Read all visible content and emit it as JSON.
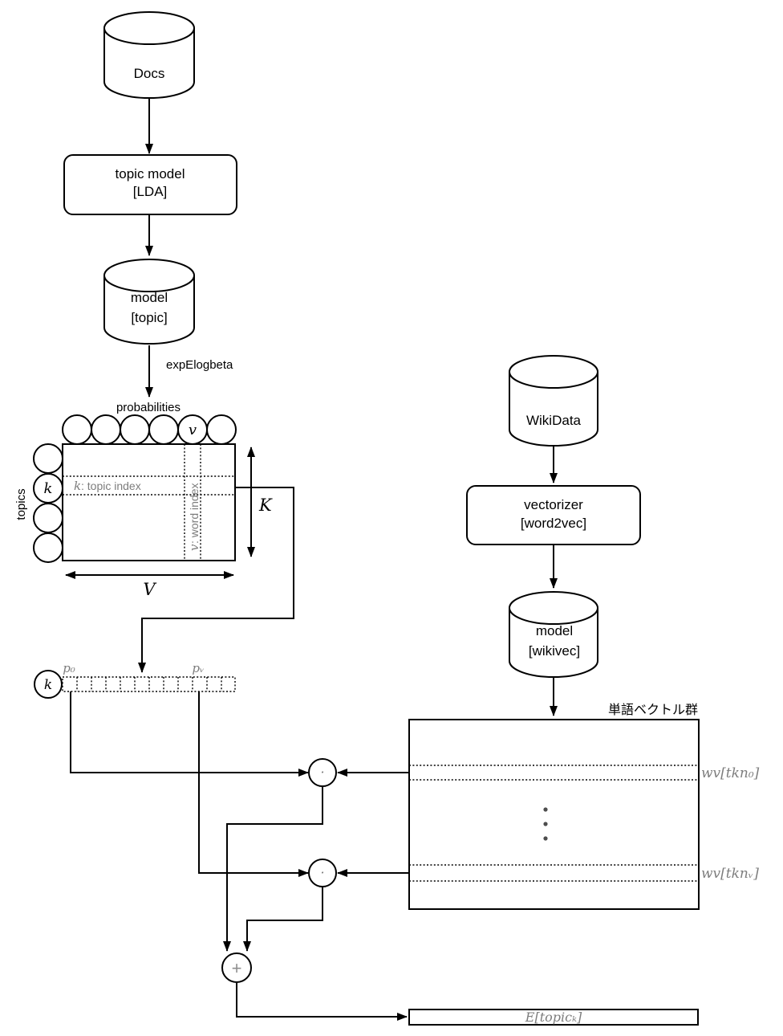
{
  "colors": {
    "line": "#000000",
    "annotation_gray": "#7d7d7d",
    "background": "#ffffff"
  },
  "left_flow": {
    "docs_label": "Docs",
    "topic_model": {
      "line1": "topic model",
      "line2": "[LDA]"
    },
    "model_topic": {
      "line1": "model",
      "line2": "[topic]"
    },
    "edge_label": "expElogbeta"
  },
  "prob_matrix": {
    "title": "probabilities",
    "topics_label": "topics",
    "col_var": "v",
    "row_var": "k",
    "row_band": {
      "var": "k",
      "rest": ": topic index"
    },
    "col_band": {
      "var": "v",
      "rest": ": word index"
    },
    "height_label": "K",
    "width_label": "V"
  },
  "topic_vector": {
    "var": "k",
    "p0": "p₀",
    "pv": "pᵥ"
  },
  "right_flow": {
    "wikidata_label": "WikiData",
    "vectorizer": {
      "line1": "vectorizer",
      "line2": "[word2vec]"
    },
    "model_wikivec": {
      "line1": "model",
      "line2": "[wikivec]"
    }
  },
  "wordvec_matrix": {
    "title": "単語ベクトル群",
    "row0_label": "wv[tkn₀]",
    "rowv_label": "wv[tknᵥ]"
  },
  "operators": {
    "dot": "·",
    "plus": "+"
  },
  "output": {
    "label": "E[topicₖ]"
  }
}
